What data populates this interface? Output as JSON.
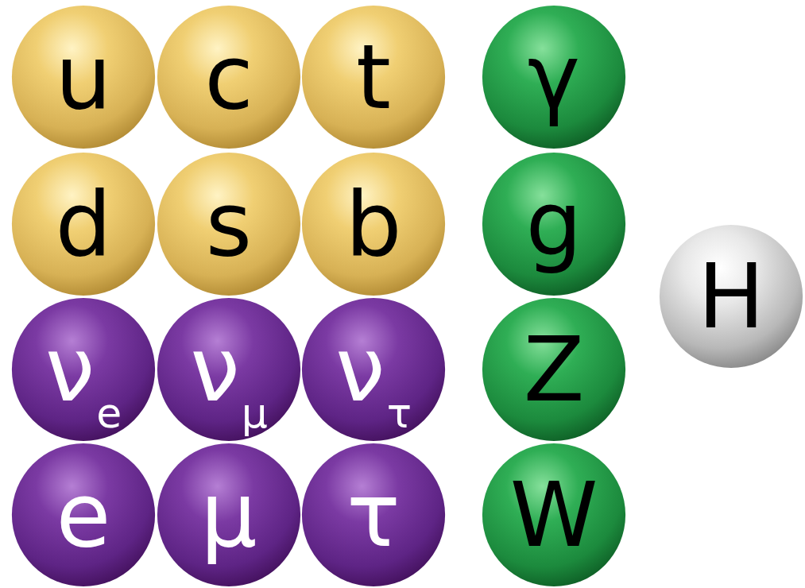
{
  "diagram": {
    "nodes": [
      {
        "text": [
          "u"
        ]
      },
      {
        "text": [
          "c"
        ]
      },
      {
        "text": [
          "t"
        ]
      },
      {
        "text": [
          "γ"
        ]
      },
      {
        "text": [
          "d"
        ]
      },
      {
        "text": [
          "s"
        ]
      },
      {
        "text": [
          "b"
        ]
      },
      {
        "text": [
          "g"
        ]
      },
      {
        "text": [
          "H"
        ]
      },
      {
        "text": [
          "ν",
          "e"
        ]
      },
      {
        "text": [
          "ν",
          "μ"
        ]
      },
      {
        "text": [
          "ν",
          "τ"
        ]
      },
      {
        "text": [
          "Z"
        ]
      },
      {
        "text": [
          "e"
        ]
      },
      {
        "text": [
          "μ"
        ]
      },
      {
        "text": [
          "τ"
        ]
      },
      {
        "text": [
          "W"
        ]
      }
    ]
  }
}
